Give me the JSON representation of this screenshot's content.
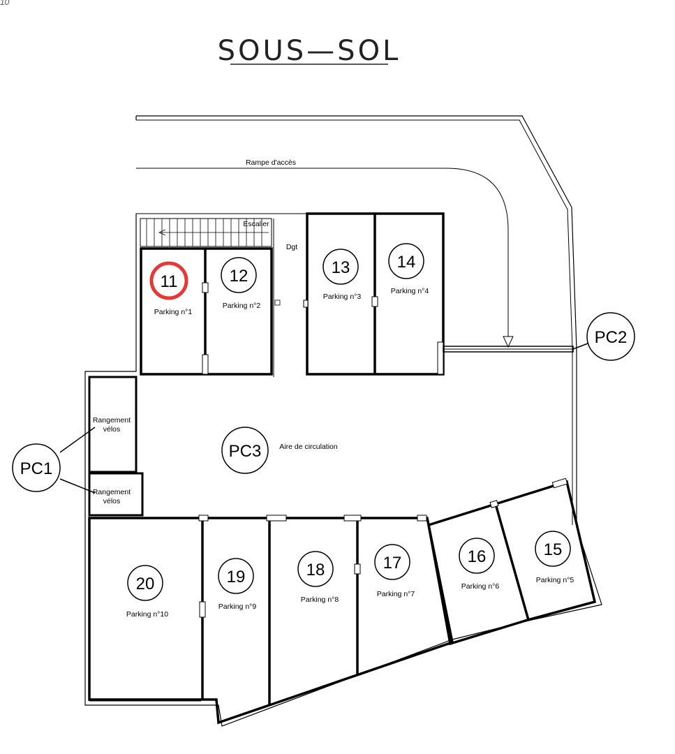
{
  "corner_text": "10",
  "title": "SOUS—SOL",
  "labels": {
    "ramp": "Rampe d'accès",
    "stairs": "Escalier",
    "dgt": "Dgt",
    "circulation": "Aire de circulation",
    "bike_storage_1_line1": "Rangement",
    "bike_storage_1_line2": "vélos",
    "bike_storage_2_line1": "Rangement",
    "bike_storage_2_line2": "vélos"
  },
  "markers": {
    "pc1": "PC1",
    "pc2": "PC2",
    "pc3": "PC3"
  },
  "highlight_color": "#e53935",
  "lots": [
    {
      "number": "11",
      "label": "Parking n°1",
      "highlighted": true
    },
    {
      "number": "12",
      "label": "Parking n°2"
    },
    {
      "number": "13",
      "label": "Parking n°3"
    },
    {
      "number": "14",
      "label": "Parking n°4"
    },
    {
      "number": "15",
      "label": "Parking n°5"
    },
    {
      "number": "16",
      "label": "Parking n°6"
    },
    {
      "number": "17",
      "label": "Parking n°7"
    },
    {
      "number": "18",
      "label": "Parking n°8"
    },
    {
      "number": "19",
      "label": "Parking n°9"
    },
    {
      "number": "20",
      "label": "Parking n°10"
    }
  ]
}
